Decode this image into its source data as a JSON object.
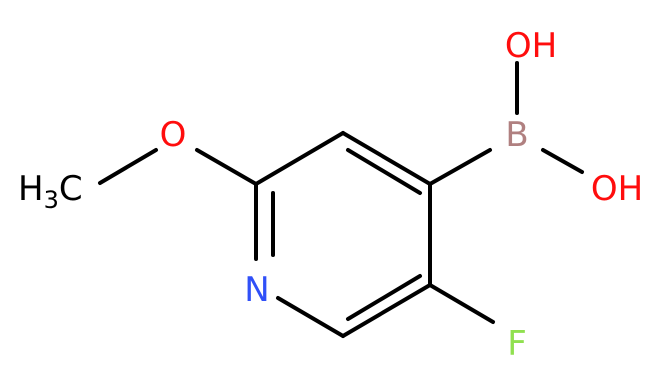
{
  "molecule": {
    "atoms": {
      "hydroxyl_top": {
        "label": "OH",
        "color": "#ff0d0d"
      },
      "hydroxyl_right": {
        "label": "OH",
        "color": "#ff0d0d"
      },
      "boron": {
        "label": "B",
        "color": "#b08080"
      },
      "nitrogen": {
        "label": "N",
        "color": "#3050f8"
      },
      "fluorine": {
        "label": "F",
        "color": "#90e050"
      },
      "methoxy_oxygen": {
        "label": "O",
        "color": "#ff0d0d"
      },
      "methyl": {
        "main": "H",
        "subscript": "3",
        "tail": "C",
        "color": "#000000"
      }
    },
    "bond_color": "#000000"
  }
}
